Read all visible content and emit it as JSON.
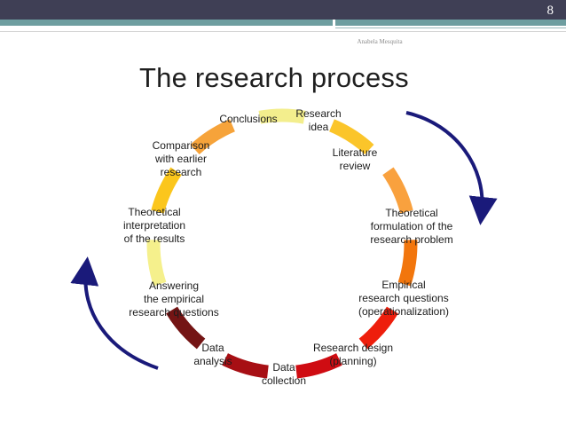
{
  "slide": {
    "number": "8",
    "author": "Anabela Mesquita",
    "title": "The research process"
  },
  "cycle": {
    "steps": [
      {
        "label": [
          "Research",
          "idea"
        ],
        "color": "#f3ee8d"
      },
      {
        "label": [
          "Literature",
          "review"
        ],
        "color": "#fbc52a"
      },
      {
        "label": [
          "Theoretical",
          "formulation of the",
          "research problem"
        ],
        "color": "#f9a13e"
      },
      {
        "label": [
          "Empirical",
          "research questions",
          "(operationalization)"
        ],
        "color": "#f2760d"
      },
      {
        "label": [
          "Research design",
          "(planning)"
        ],
        "color": "#ee1e0c"
      },
      {
        "label": [
          "Data",
          "collection"
        ],
        "color": "#cf0c12"
      },
      {
        "label": [
          "Data",
          "analysis"
        ],
        "color": "#a70f14"
      },
      {
        "label": [
          "Answering",
          "the empirical",
          "research questions"
        ],
        "color": "#741414"
      },
      {
        "label": [
          "Theoretical",
          "interpretation",
          "of the results"
        ],
        "color": "#f5f08c"
      },
      {
        "label": [
          "Comparison",
          "with earlier",
          "research"
        ],
        "color": "#fbc61c"
      },
      {
        "label": [
          "Conclusions"
        ],
        "color": "#f6a33a"
      }
    ],
    "arrow_color": "#1a1a7a"
  },
  "colors": {
    "top_bar": "#3f3f55",
    "accent_teal": "#6e9ea0"
  }
}
